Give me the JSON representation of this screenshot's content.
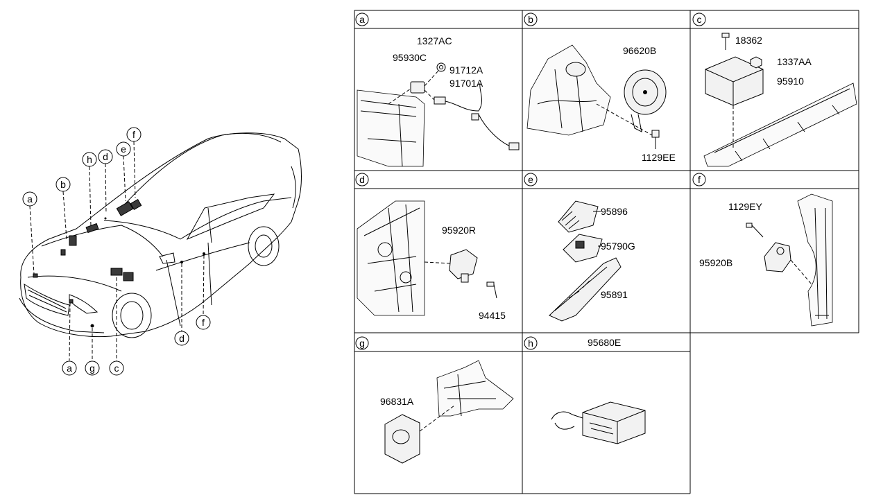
{
  "car": {
    "callouts": [
      "a",
      "b",
      "h",
      "d",
      "e",
      "f",
      "d",
      "f",
      "a",
      "g",
      "c"
    ]
  },
  "panels": [
    {
      "id": "a",
      "parts": [
        "1327AC",
        "95930C",
        "91712A",
        "91701A"
      ]
    },
    {
      "id": "b",
      "parts": [
        "96620B",
        "1129EE"
      ]
    },
    {
      "id": "c",
      "parts": [
        "18362",
        "1337AA",
        "95910"
      ]
    },
    {
      "id": "d",
      "parts": [
        "95920R",
        "94415"
      ]
    },
    {
      "id": "e",
      "parts": [
        "95896",
        "95790G",
        "95891"
      ]
    },
    {
      "id": "f",
      "parts": [
        "1129EY",
        "95920B"
      ]
    },
    {
      "id": "g",
      "parts": [
        "96831A"
      ]
    },
    {
      "id": "h",
      "parts": [
        "95680E"
      ]
    }
  ]
}
